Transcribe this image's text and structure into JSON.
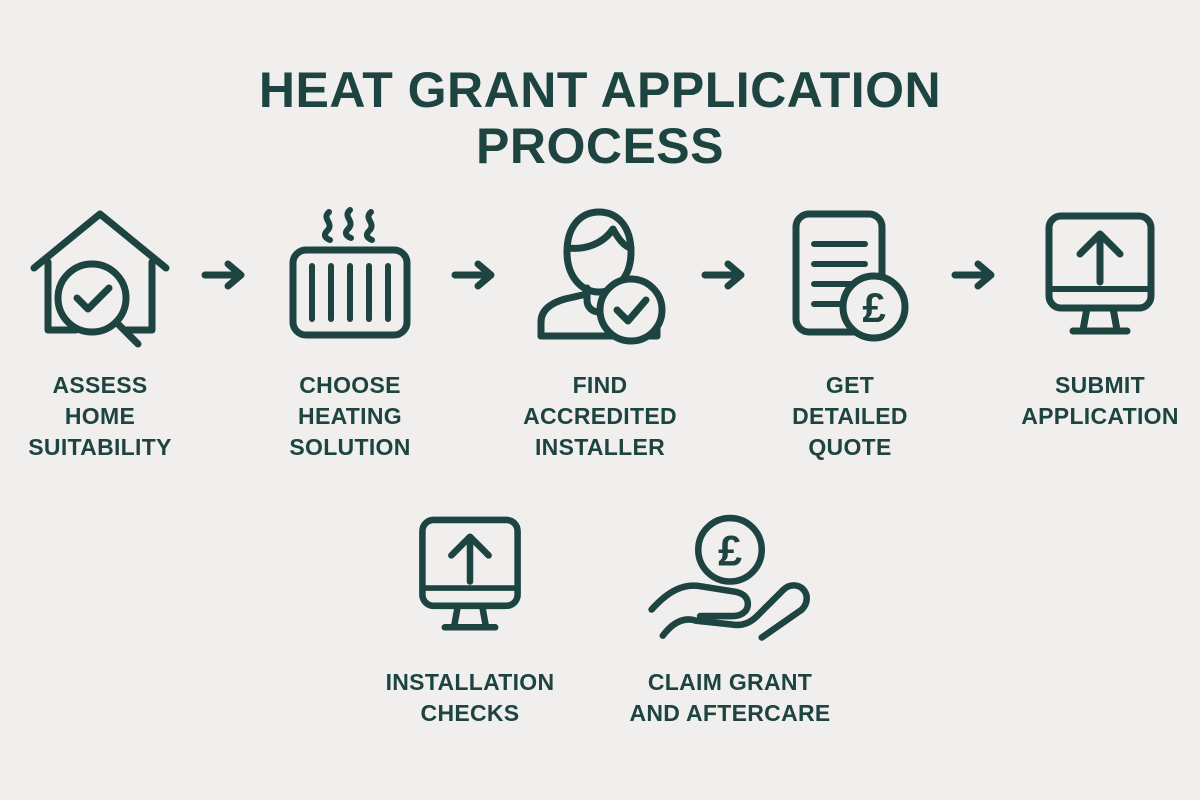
{
  "page": {
    "background_color": "#f0efed",
    "accent_color": "#1d4440"
  },
  "title": {
    "line1": "HEAT GRANT APPLICATION",
    "line2": "PROCESS",
    "full": "HEAT GRANT APPLICATION PROCESS"
  },
  "rows": {
    "top": {
      "steps": [
        {
          "index": 1,
          "label": "ASSESS\nHOME\nSUITABILITY",
          "icon": "house-magnifier-check-icon"
        },
        {
          "index": 2,
          "label": "CHOOSE\nHEATING\nSOLUTION",
          "icon": "radiator-heat-icon"
        },
        {
          "index": 3,
          "label": "FIND\nACCREDITED\nINSTALLER",
          "icon": "person-check-badge-icon"
        },
        {
          "index": 4,
          "label": "GET\nDETAILED\nQUOTE",
          "icon": "document-pound-coin-icon"
        },
        {
          "index": 5,
          "label": "SUBMIT\nAPPLICATION",
          "icon": "monitor-upload-arrow-icon"
        }
      ],
      "connector_icon": "arrow-right-icon",
      "connector_count": 4
    },
    "bottom": {
      "steps": [
        {
          "index": 6,
          "label": "INSTALLATION\nCHECKS",
          "icon": "monitor-upload-arrow-icon"
        },
        {
          "index": 7,
          "label": "CLAIM GRANT\nAND AFTERCARE",
          "icon": "hand-holding-pound-coin-icon"
        }
      ]
    }
  },
  "symbols": {
    "currency": "£"
  }
}
